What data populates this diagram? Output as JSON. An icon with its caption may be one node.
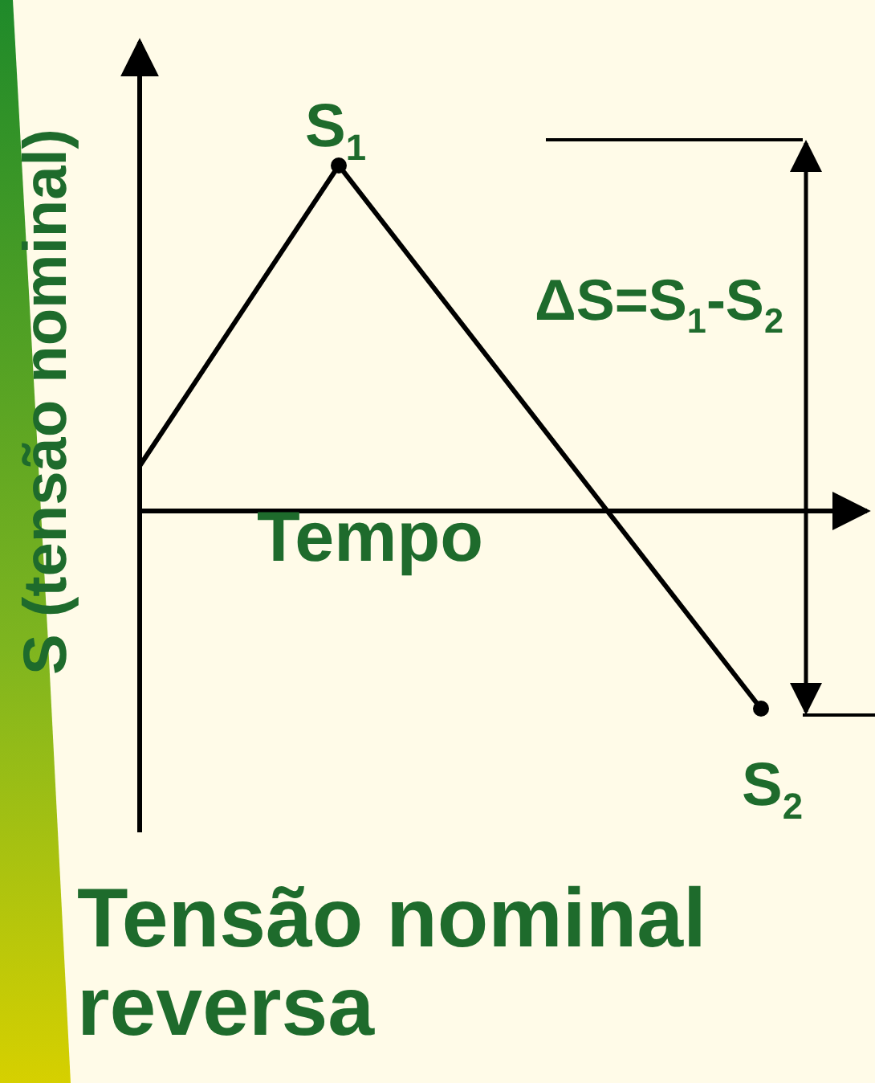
{
  "diagram": {
    "caption": "Tensão nominal reversa",
    "labels": [
      "S (tensão nominal)",
      "S$_{1}$",
      "ΔS=S$_{1}$-S$_{2}$",
      "Tempo",
      "S$_{2}$"
    ]
  }
}
